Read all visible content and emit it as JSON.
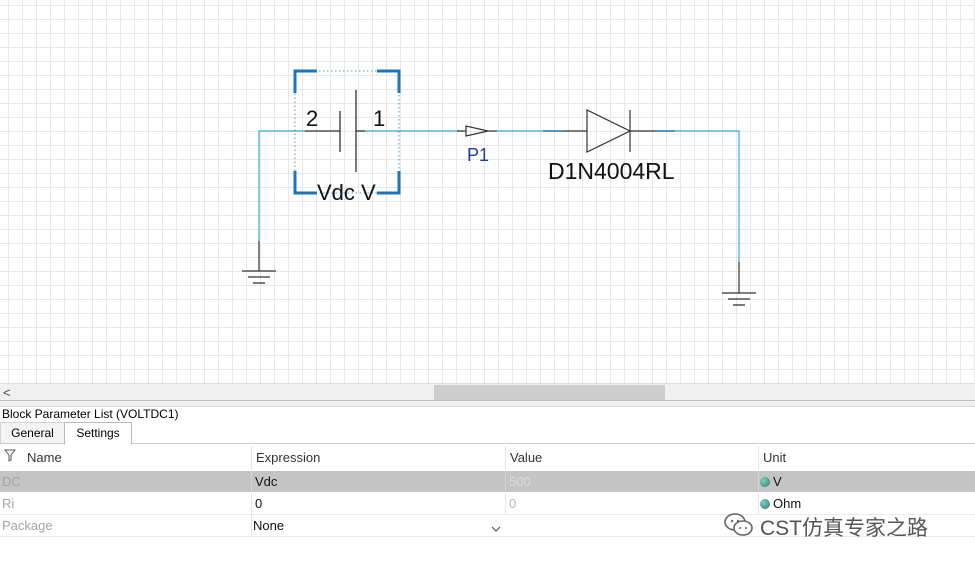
{
  "schematic": {
    "source_pin_left": "2",
    "source_pin_right": "1",
    "source_label": "Vdc V",
    "port_label": "P1",
    "diode_label": "D1N4004RL",
    "wire_color": "#3aa9d6",
    "selection_color": "#1f73b7",
    "port_label_color": "#1a3fa8"
  },
  "scrollbar": {
    "left_arrow": "<"
  },
  "panel": {
    "title": "Block Parameter List (VOLTDC1)",
    "tabs": [
      "General",
      "Settings"
    ],
    "active_tab": "Settings",
    "columns": {
      "name": "Name",
      "expression": "Expression",
      "value": "Value",
      "unit": "Unit"
    },
    "rows": [
      {
        "name": "DC",
        "expression": "Vdc",
        "value": "500",
        "unit": "V",
        "selected": true
      },
      {
        "name": "Ri",
        "expression": "0",
        "value": "0",
        "unit": "Ohm",
        "selected": false
      },
      {
        "name": "Package",
        "expression": "None",
        "value": "",
        "unit": "",
        "selected": false
      }
    ]
  },
  "watermark": {
    "text": "CST仿真专家之路"
  }
}
